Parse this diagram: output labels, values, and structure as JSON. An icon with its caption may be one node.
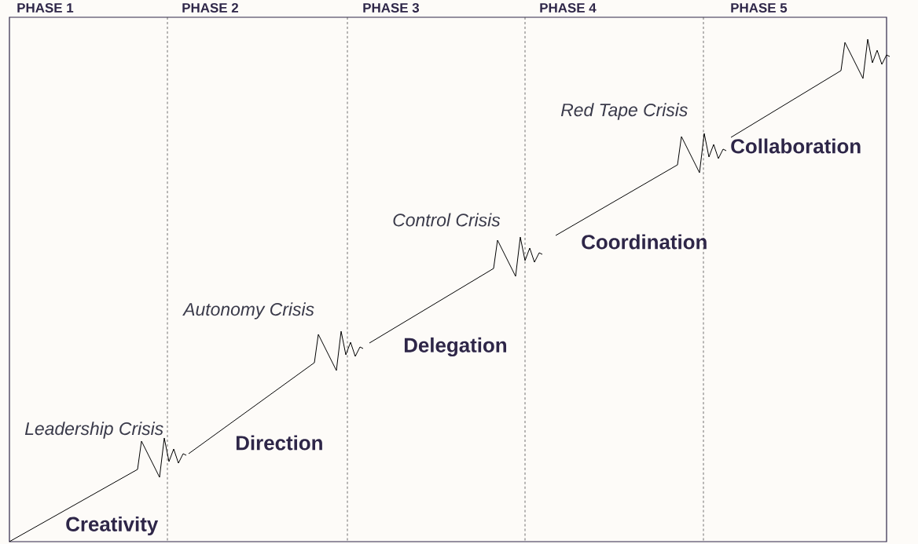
{
  "diagram": {
    "labels": [
      "PHASE 1",
      "PHASE 2",
      "PHASE 3",
      "PHASE 4",
      "PHASE 5",
      "Red Tape Crisis",
      "Collaboration",
      "Control Crisis",
      "Coordination",
      "Autonomy Crisis",
      "Delegation",
      "Leadership Crisis",
      "Direction",
      "Creativity"
    ]
  }
}
